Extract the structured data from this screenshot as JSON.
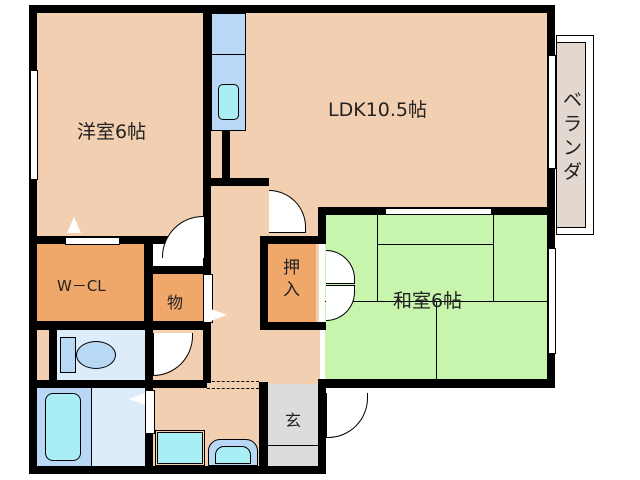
{
  "floorplan": {
    "colors": {
      "wall": "#000000",
      "western_floor": "#f2cfb1",
      "closet": "#f0a86a",
      "tatami": "#c8f5ad",
      "wet_area": "#dcecfa",
      "wet_fixture": "#b9d8f5",
      "fixture_cyan": "#a9eef5",
      "entrance": "#dcdcdc",
      "veranda": "#e2d8d0"
    },
    "rooms": {
      "western_room": "洋室6帖",
      "ldk": "LDK10.5帖",
      "veranda": "ベランダ",
      "japanese_room": "和室6帖",
      "walk_in_closet": "W－CL",
      "storage": "物",
      "oshiire": "押入",
      "entrance": "玄"
    }
  }
}
